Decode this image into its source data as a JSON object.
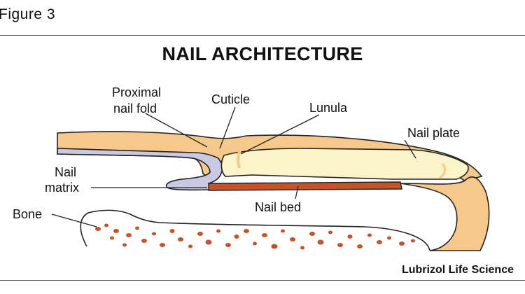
{
  "figure_label": "Figure 3",
  "title": "NAIL ARCHITECTURE",
  "credit": "Lubrizol Life Science",
  "labels": {
    "proximal_fold_line1": "Proximal",
    "proximal_fold_line2": "nail fold",
    "cuticle": "Cuticle",
    "lunula": "Lunula",
    "nail_plate": "Nail plate",
    "nail_matrix_line1": "Nail",
    "nail_matrix_line2": "matrix",
    "nail_bed": "Nail bed",
    "bone": "Bone"
  },
  "colors": {
    "skin": "#f6c98a",
    "nail_plate": "#fbf3c9",
    "matrix": "#c9c9e4",
    "nail_bed": "#c4532a",
    "bone_dots": "#c4532a",
    "outline": "#222222"
  }
}
